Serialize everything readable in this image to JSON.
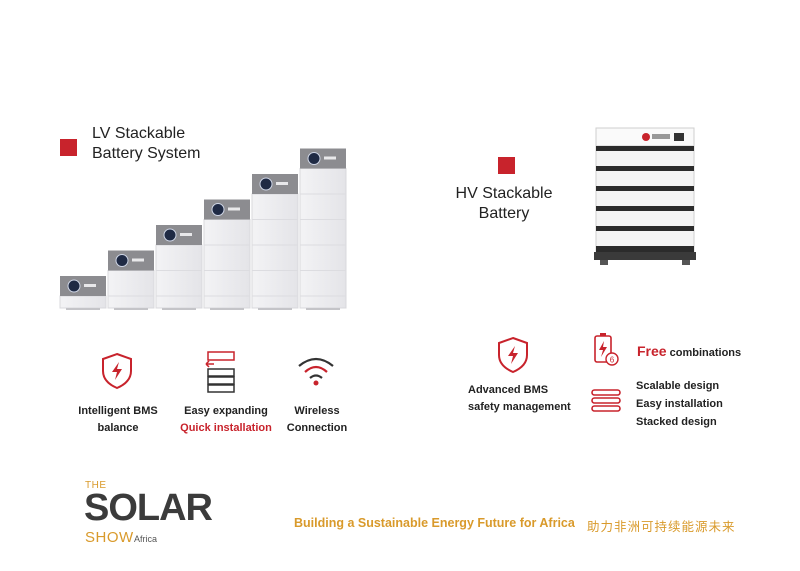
{
  "lv": {
    "title_line1": "LV Stackable",
    "title_line2": "Battery System",
    "accent": "#c8232c"
  },
  "hv": {
    "title_line1": "HV Stackable",
    "title_line2": "Battery"
  },
  "lv_features": [
    {
      "icon": "shield-bolt-icon",
      "line1": "Intelligent BMS",
      "line2": "balance"
    },
    {
      "icon": "stacked-battery-icon",
      "line1": "Easy expanding",
      "line2": "Quick installation"
    },
    {
      "icon": "wifi-icon",
      "line1": "Wireless",
      "line2": "Connection"
    }
  ],
  "hv_features": {
    "bms": {
      "icon": "shield-bolt-icon",
      "line1": "Advanced BMS",
      "line2": "safety management"
    },
    "free": {
      "icon": "battery-6-icon",
      "highlight": "Free",
      "rest": "combinations"
    },
    "design": {
      "icon": "layers-icon",
      "lines": [
        "Scalable design",
        "Easy installation",
        "Stacked design"
      ]
    }
  },
  "logo": {
    "the": "THE",
    "solar": "SOLAR",
    "show": "SHOW",
    "africa": "Africa"
  },
  "footer": {
    "tagline": "Building a Sustainable Energy Future for Africa",
    "chinese": "助力非洲可持续能源未来",
    "color": "#d99a2b"
  }
}
